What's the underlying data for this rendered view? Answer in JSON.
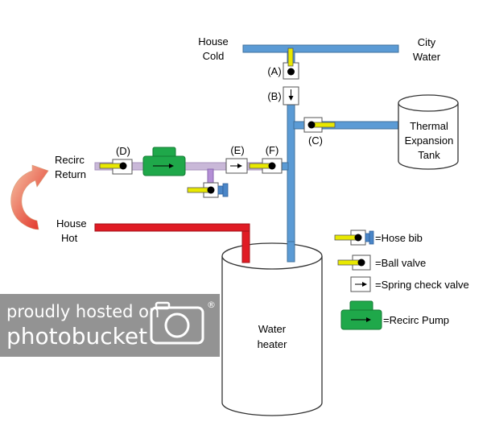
{
  "labels": {
    "house_cold": [
      "House",
      "Cold"
    ],
    "city_water": [
      "City",
      "Water"
    ],
    "thermal_expansion_tank": [
      "Thermal",
      "Expansion",
      "Tank"
    ],
    "recirc_return": [
      "Recirc",
      "Return"
    ],
    "house_hot": [
      "House",
      "Hot"
    ],
    "water_heater": [
      "Water",
      "heater"
    ]
  },
  "valve_tags": {
    "a": "(A)",
    "b": "(B)",
    "c": "(C)",
    "d": "(D)",
    "e": "(E)",
    "f": "(F)"
  },
  "legend": {
    "hose_bib": "=Hose bib",
    "ball_valve": "=Ball valve",
    "spring_check_valve": "=Spring check valve",
    "recirc_pump": "=Recirc Pump"
  },
  "watermark": {
    "line1": "proudly hosted on",
    "line2": "photobucket",
    "registered": "®"
  },
  "colors": {
    "cold_pipe": "#5b9bd5",
    "cold_pipe_edge": "#41719c",
    "hot_pipe": "#e01b24",
    "return_pipe": "#c9b8d8",
    "handle": "#e8e800",
    "pump": "#1fa84a",
    "hose_bib_blue": "#4a86c8",
    "arrow_gradient_start": "#f6c7a8",
    "arrow_gradient_end": "#e0251b",
    "watermark_bg": "#8a8a8a"
  },
  "icons": {
    "curved_arrow": "curved-arrow-icon",
    "camera": "camera-icon"
  }
}
